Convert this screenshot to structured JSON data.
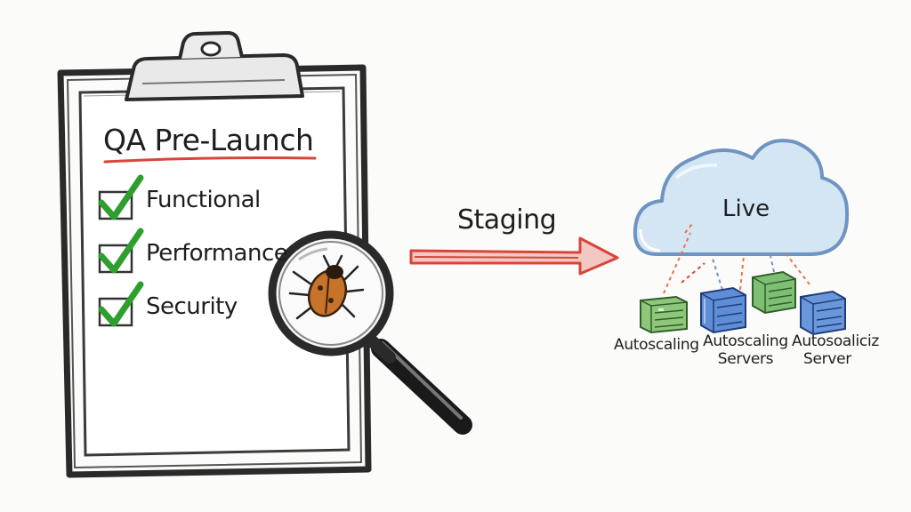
{
  "checklist": {
    "title": "QA Pre-Launch",
    "items": [
      "Functional",
      "Performance",
      "Security"
    ],
    "check_color": "#2e9e2e",
    "underline_color": "#d8453b"
  },
  "arrow": {
    "label": "Staging",
    "color": "#d8453b"
  },
  "cloud": {
    "label": "Live",
    "fill_color": "#d4e5f4",
    "outline_color": "#6e94c2"
  },
  "servers": [
    {
      "label_line1": "Autoscaling",
      "label_line2": ""
    },
    {
      "label_line1": "Autoscaling",
      "label_line2": "Servers"
    },
    {
      "label_line1": "Autosoaliciz",
      "label_line2": "Server"
    }
  ],
  "icons": [
    "clipboard-icon",
    "checkmark-icon",
    "magnifying-glass-icon",
    "bug-icon",
    "arrow-right-icon",
    "cloud-icon",
    "server-rack-icon"
  ]
}
